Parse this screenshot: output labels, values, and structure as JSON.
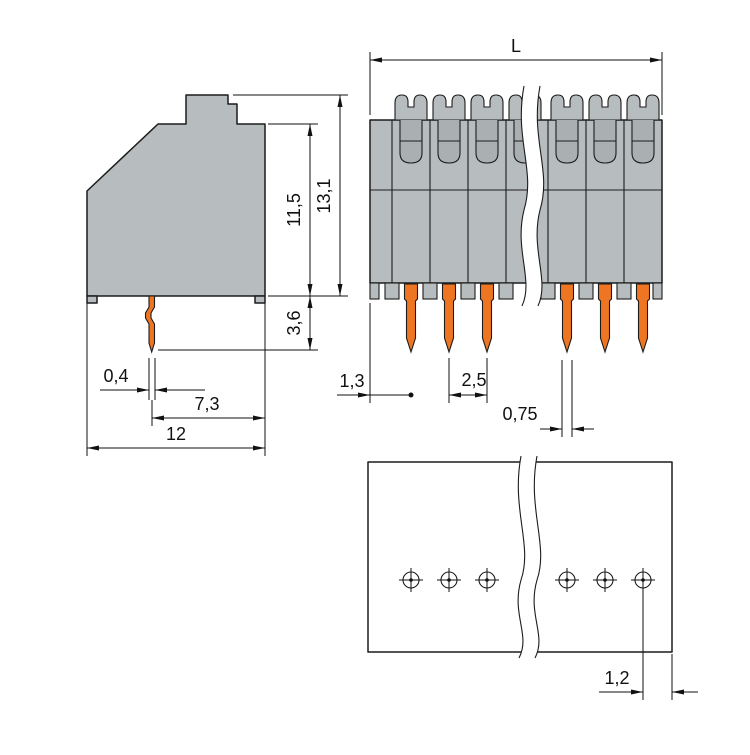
{
  "page": {
    "background": "#ffffff"
  },
  "colors": {
    "background": "#ffffff",
    "body_gray": "#b7bcbe",
    "pocket_gray": "#aab0b2",
    "pin_orange": "#ee7623",
    "line": "#1c1c1c"
  },
  "drawing": {
    "side_view": {
      "dims": {
        "pin_thickness": "0,4",
        "pin_to_edge": "7,3",
        "depth": "12",
        "housing_height": "11,5",
        "total_height": "13,1",
        "pin_length": "3,6"
      }
    },
    "front_view": {
      "dims": {
        "length": "L",
        "edge_to_first_pole": "1,3",
        "pitch": "2,5",
        "pin_width": "0,75"
      }
    },
    "pcb_view": {
      "dims": {
        "hole_to_edge": "1,2"
      }
    }
  }
}
